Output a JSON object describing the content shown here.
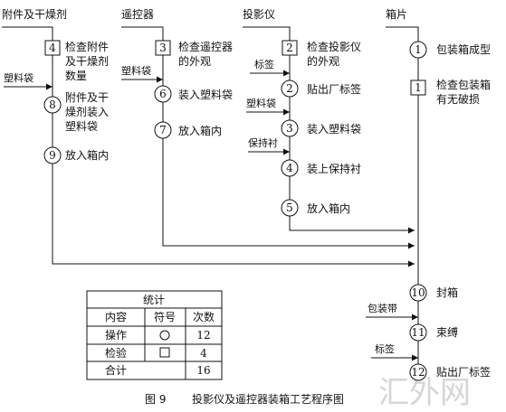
{
  "inputs": {
    "accessories": "附件及干燥剂",
    "remote": "遥控器",
    "projector": "投影仪",
    "box_piece": "箱片",
    "plastic_bag": "塑料袋",
    "label": "标签",
    "holder": "保持衬",
    "strap": "包装带"
  },
  "steps": {
    "acc_inspect_num": "4",
    "acc_inspect_l1": "检查附件",
    "acc_inspect_l2": "及干燥剂",
    "acc_inspect_l3": "数量",
    "acc_pack_num": "8",
    "acc_pack_l1": "附件及干",
    "acc_pack_l2": "燥剂装入",
    "acc_pack_l3": "塑料袋",
    "acc_box_num": "9",
    "acc_box": "放入箱内",
    "rc_inspect_num": "3",
    "rc_inspect_l1": "检查遥控器",
    "rc_inspect_l2": "的外观",
    "rc_bag_num": "6",
    "rc_bag": "装入塑料袋",
    "rc_box_num": "7",
    "rc_box": "放入箱内",
    "pj_inspect_num": "2",
    "pj_inspect_l1": "检查投影仪",
    "pj_inspect_l2": "的外观",
    "pj_label_num": "2",
    "pj_label": "贴出厂标签",
    "pj_bag_num": "3",
    "pj_bag": "装入塑料袋",
    "pj_holder_num": "4",
    "pj_holder": "装上保持衬",
    "pj_box_num": "5",
    "pj_box": "放入箱内",
    "bx_form_num": "1",
    "bx_form": "包装箱成型",
    "bx_inspect_num": "1",
    "bx_inspect_l1": "检查包装箱",
    "bx_inspect_l2": "有无破损",
    "seal_num": "10",
    "seal": "封箱",
    "bind_num": "11",
    "bind": "束缚",
    "final_label_num": "12",
    "final_label": "贴出厂标签"
  },
  "stats": {
    "title": "统计",
    "headers": [
      "内容",
      "符号",
      "次数"
    ],
    "rows": [
      {
        "name": "操作",
        "symbol": "circle",
        "count": "12"
      },
      {
        "name": "检验",
        "symbol": "square",
        "count": "4"
      },
      {
        "name": "合计",
        "symbol": "",
        "count": "16"
      }
    ]
  },
  "caption": {
    "figure": "图 9",
    "title": "投影仪及遥控器装箱工艺程序图"
  },
  "watermark": "汇外网"
}
